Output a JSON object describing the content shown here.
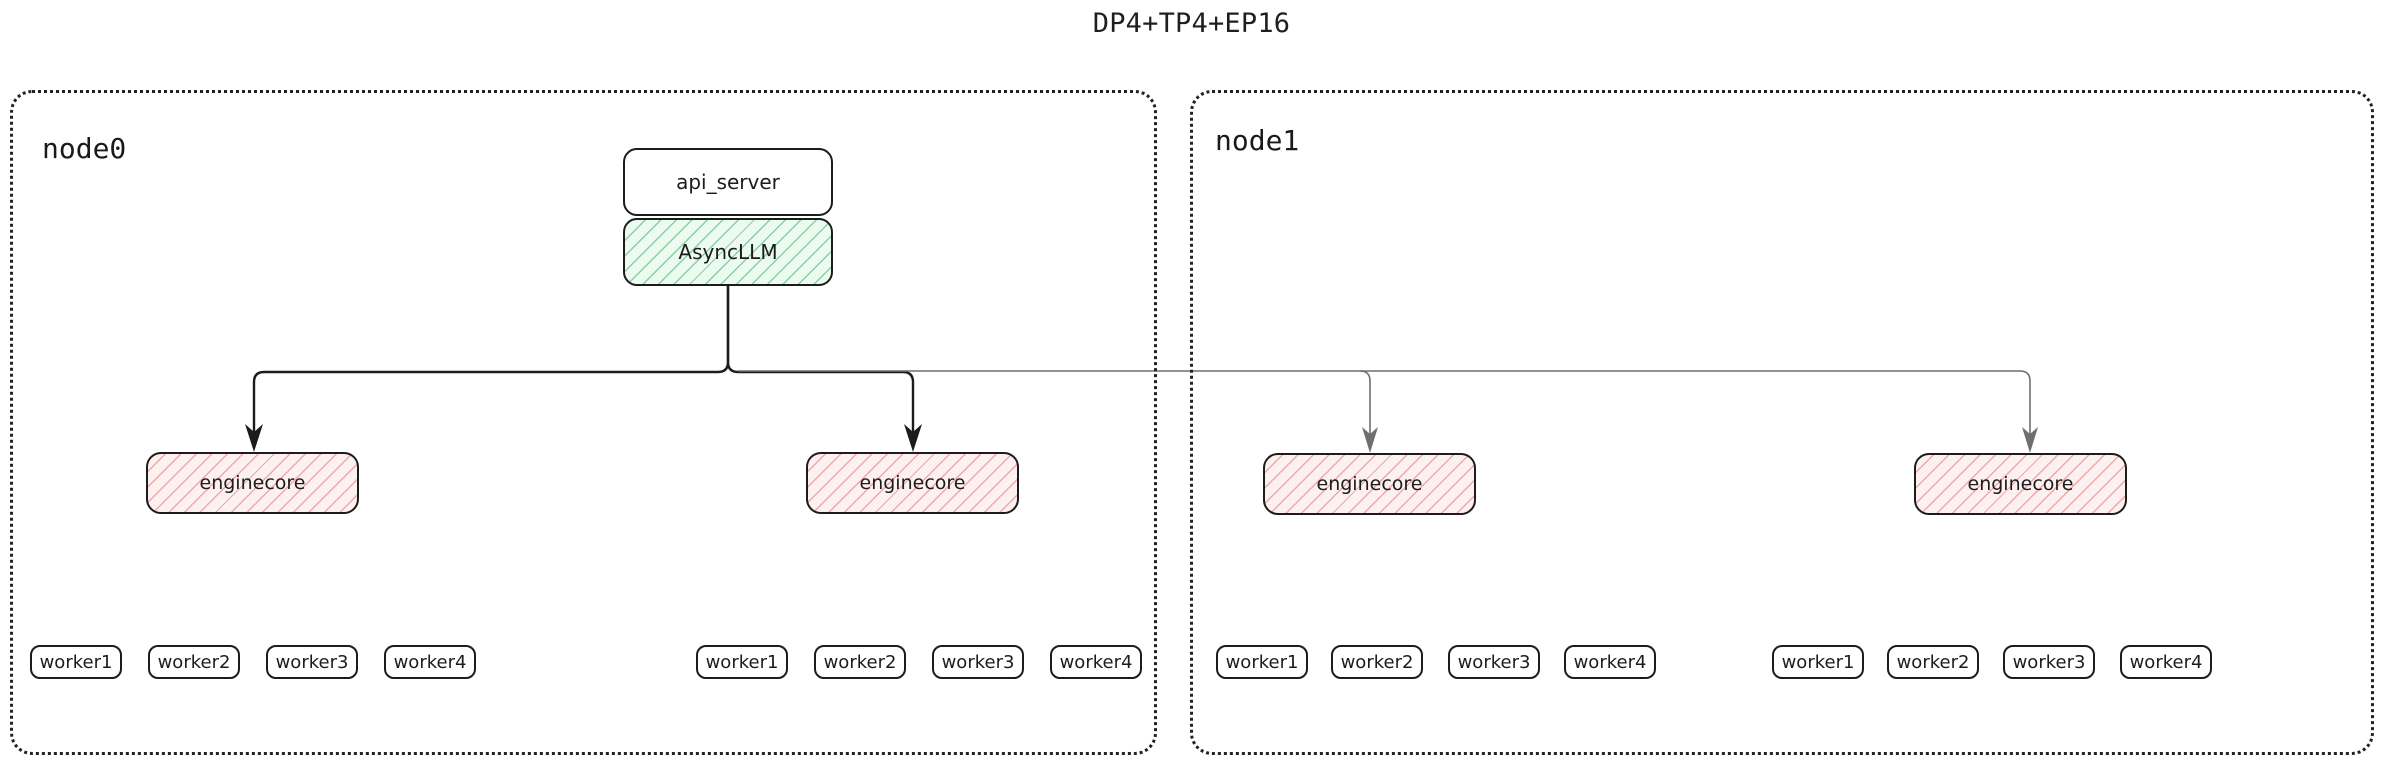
{
  "title": "DP4+TP4+EP16",
  "colors": {
    "stroke_dark": "#1c1c1c",
    "stroke_light": "#6f6f6f",
    "asyncllm_fill": "#ecfbf0",
    "asyncllm_hatch": "#3caa64",
    "enginecore_fill": "#fdf0f0",
    "enginecore_hatch": "#e26e6e",
    "node_border": "#222222",
    "background": "#ffffff"
  },
  "nodes": [
    {
      "label": "node0",
      "top_boxes": [
        {
          "label": "api_server",
          "kind": "plain"
        },
        {
          "label": "AsyncLLM",
          "kind": "hatched-green"
        }
      ],
      "engines": [
        {
          "label": "enginecore",
          "workers": [
            "worker1",
            "worker2",
            "worker3",
            "worker4"
          ]
        },
        {
          "label": "enginecore",
          "workers": [
            "worker1",
            "worker2",
            "worker3",
            "worker4"
          ]
        }
      ]
    },
    {
      "label": "node1",
      "top_boxes": [],
      "engines": [
        {
          "label": "enginecore",
          "workers": [
            "worker1",
            "worker2",
            "worker3",
            "worker4"
          ]
        },
        {
          "label": "enginecore",
          "workers": [
            "worker1",
            "worker2",
            "worker3",
            "worker4"
          ]
        }
      ]
    }
  ]
}
